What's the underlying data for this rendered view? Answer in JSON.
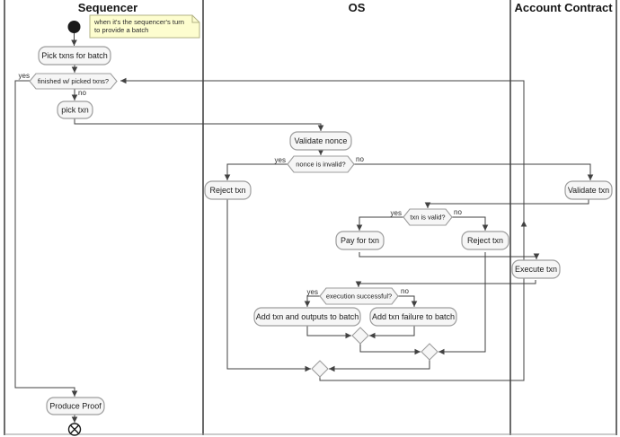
{
  "diagram": {
    "type": "uml-activity-swimlane",
    "lanes": [
      {
        "title": "Sequencer"
      },
      {
        "title": "OS"
      },
      {
        "title": "Account Contract"
      }
    ],
    "note": {
      "line1": "when it's the sequencer's turn",
      "line2": "to provide a batch"
    },
    "nodes": {
      "pick_txns": {
        "label": "Pick txns for batch"
      },
      "finished": {
        "label": "finished w/ picked txns?"
      },
      "pick_txn": {
        "label": "pick txn"
      },
      "validate_nonce": {
        "label": "Validate nonce"
      },
      "nonce_invalid": {
        "label": "nonce is invalid?"
      },
      "reject_txn_1": {
        "label": "Reject txn"
      },
      "validate_txn": {
        "label": "Validate txn"
      },
      "txn_valid": {
        "label": "txn is valid?"
      },
      "pay_for_txn": {
        "label": "Pay for txn"
      },
      "reject_txn_2": {
        "label": "Reject txn"
      },
      "execute_txn": {
        "label": "Execute txn"
      },
      "exec_success": {
        "label": "execution successful?"
      },
      "add_outputs": {
        "label": "Add txn and outputs to batch"
      },
      "add_failure": {
        "label": "Add txn failure to batch"
      },
      "produce_proof": {
        "label": "Produce Proof"
      }
    },
    "edge_labels": {
      "finished_yes": "yes",
      "finished_no": "no",
      "nonce_yes": "yes",
      "nonce_no": "no",
      "txn_valid_yes": "yes",
      "txn_valid_no": "no",
      "exec_yes": "yes",
      "exec_no": "no"
    },
    "colors": {
      "node_fill": "#f6f6f6",
      "node_border": "#9d9d9d",
      "edge": "#424242",
      "lane_border": "#3a3a3a",
      "note_fill": "#fdfdcf",
      "note_border": "#b2b284",
      "text": "#1c1c1c"
    }
  }
}
